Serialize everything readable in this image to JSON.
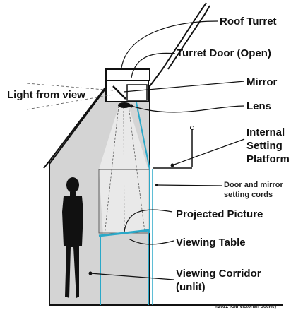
{
  "diagram": {
    "labels": {
      "roof_turret": "Roof Turret",
      "turret_door": "Turret Door (Open)",
      "mirror": "Mirror",
      "light_from_view": "Light from view",
      "lens": "Lens",
      "internal_1": "Internal",
      "internal_2": "Setting",
      "internal_3": "Platform",
      "door_cords_1": "Door and mirror",
      "door_cords_2": "setting cords",
      "projected_picture": "Projected Picture",
      "viewing_table": "Viewing Table",
      "viewing_corridor_1": "Viewing Corridor",
      "viewing_corridor_2": "(unlit)",
      "copyright": "©2022 IOM Victorian Society"
    },
    "colors": {
      "outline": "#111111",
      "wall_fill": "#d4d4d4",
      "light_beam": "#e6e6e6",
      "cyan_structure": "#2aa8c8"
    }
  }
}
